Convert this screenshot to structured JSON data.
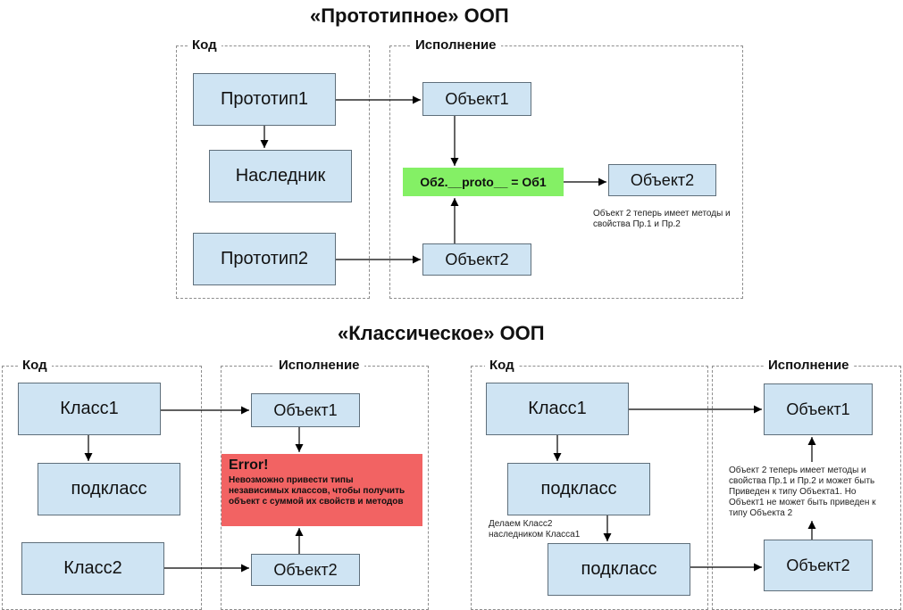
{
  "top": {
    "title": "«Прототипное» ООП",
    "code_label": "Код",
    "exec_label": "Исполнение",
    "proto1": "Прототип1",
    "heir": "Наследник",
    "proto2": "Прототип2",
    "obj1": "Объект1",
    "proto_assign": "Об2.__proto__ = Об1",
    "obj2_out": "Объект2",
    "obj2_in": "Объект2",
    "note": "Объект 2 теперь имеет методы и свойства Пр.1 и Пр.2"
  },
  "bottom": {
    "title": "«Классическое» ООП",
    "left": {
      "code_label": "Код",
      "exec_label": "Исполнение",
      "class1": "Класс1",
      "subclass": "подкласс",
      "class2": "Класс2",
      "obj1": "Объект1",
      "obj2": "Объект2",
      "error_title": "Error!",
      "error_text": "Невозможно привести типы независимых классов, чтобы получить объект с суммой их свойств и методов"
    },
    "right": {
      "code_label": "Код",
      "exec_label": "Исполнение",
      "class1": "Класс1",
      "subclass1": "подкласс",
      "subclass2": "подкласс",
      "obj1": "Объект1",
      "obj2": "Объект2",
      "note_inherit": "Делаем Класс2 наследником Класса1",
      "note_exec": "Объект 2 теперь имеет методы и свойства Пр.1 и Пр.2 и может быть Приведен к типу Объекта1. Но Объект1 не может быть приведен к типу Объекта 2"
    }
  },
  "colors": {
    "node_fill": "#cfe4f3",
    "highlight_green": "#84f065",
    "error_red": "#f26363"
  }
}
